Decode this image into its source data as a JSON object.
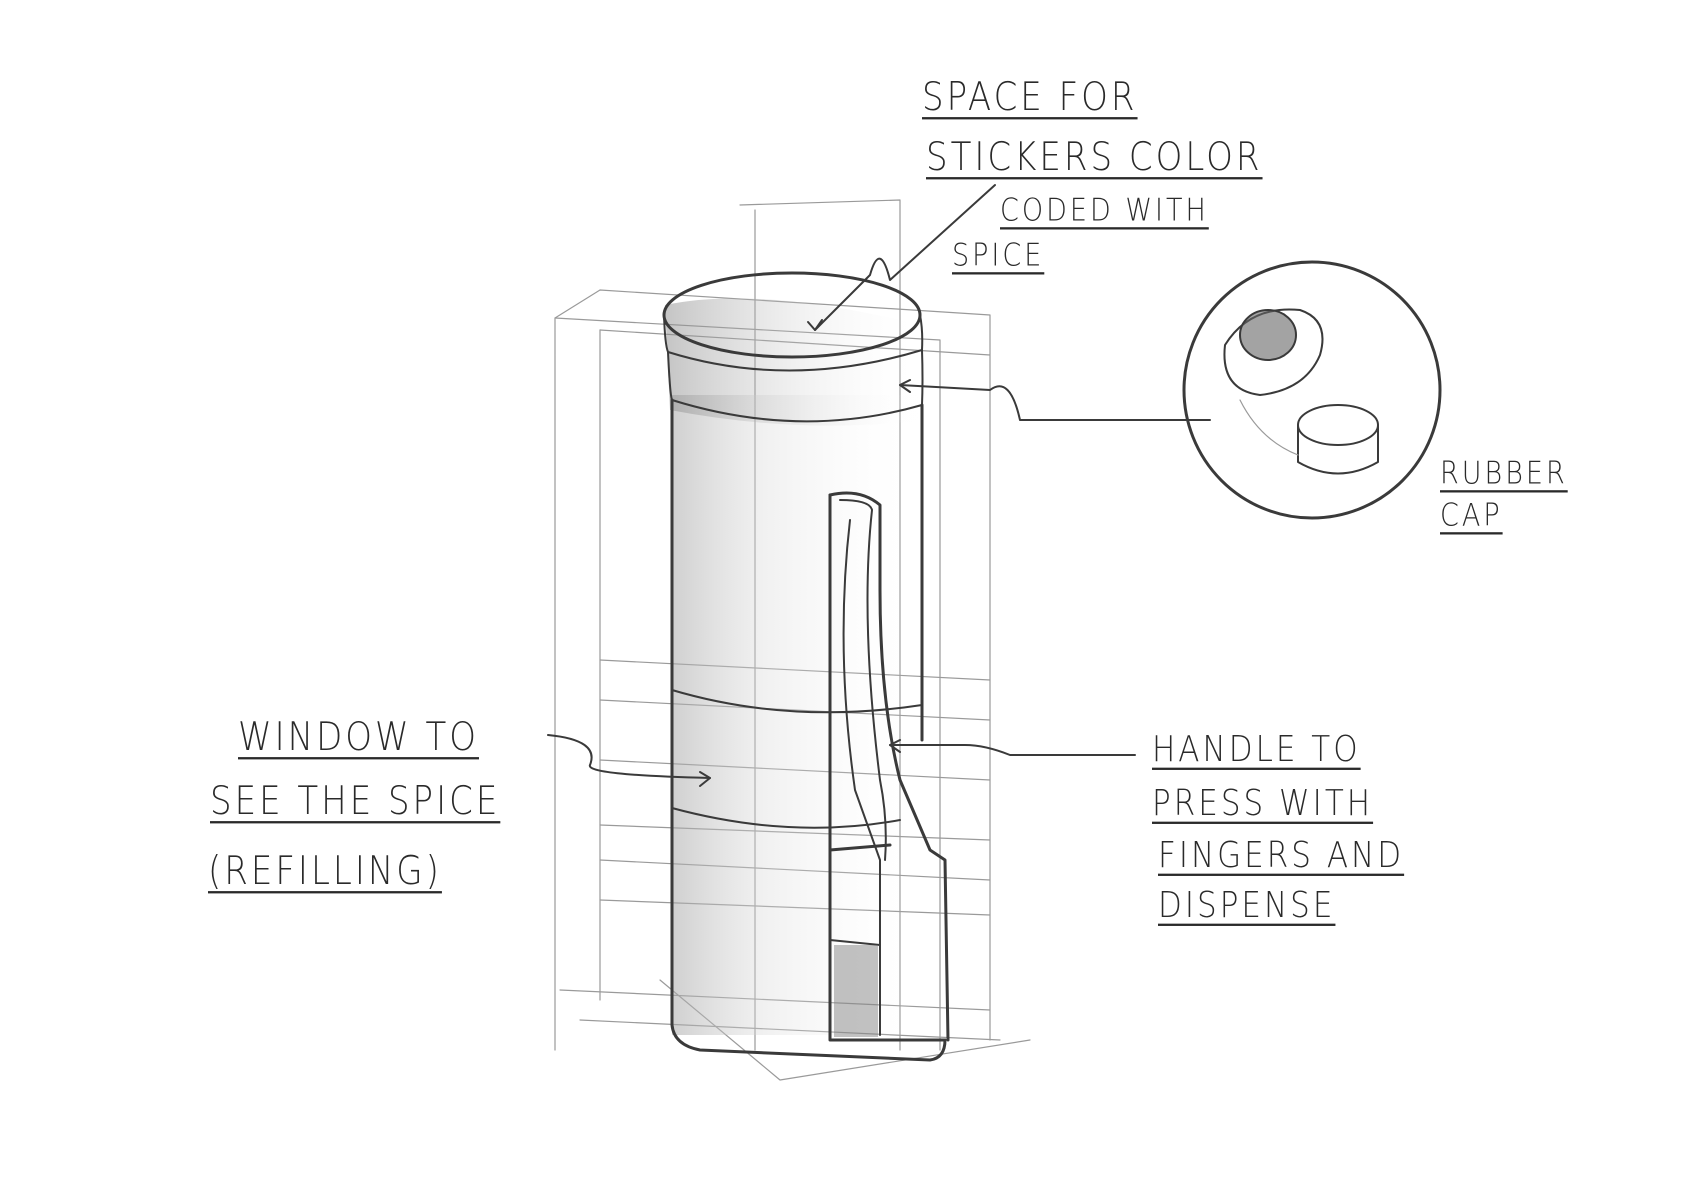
{
  "labels": {
    "space_for": "SPACE FOR",
    "stickers_color": "STICKERS COLOR",
    "coded_with": "CODED WITH",
    "spice": "SPICE",
    "rubber": "RUBBER",
    "cap": "CAP",
    "window_to": "WINDOW TO",
    "see_the_spice": "SEE THE SPICE",
    "refilling": "(REFILLING)",
    "handle_to": "HANDLE TO",
    "press_with": "PRESS WITH",
    "fingers_and": "FINGERS AND",
    "dispense": "DISPENSE"
  },
  "colors": {
    "pencil": "#3a3a3a",
    "paper": "#ffffff"
  }
}
